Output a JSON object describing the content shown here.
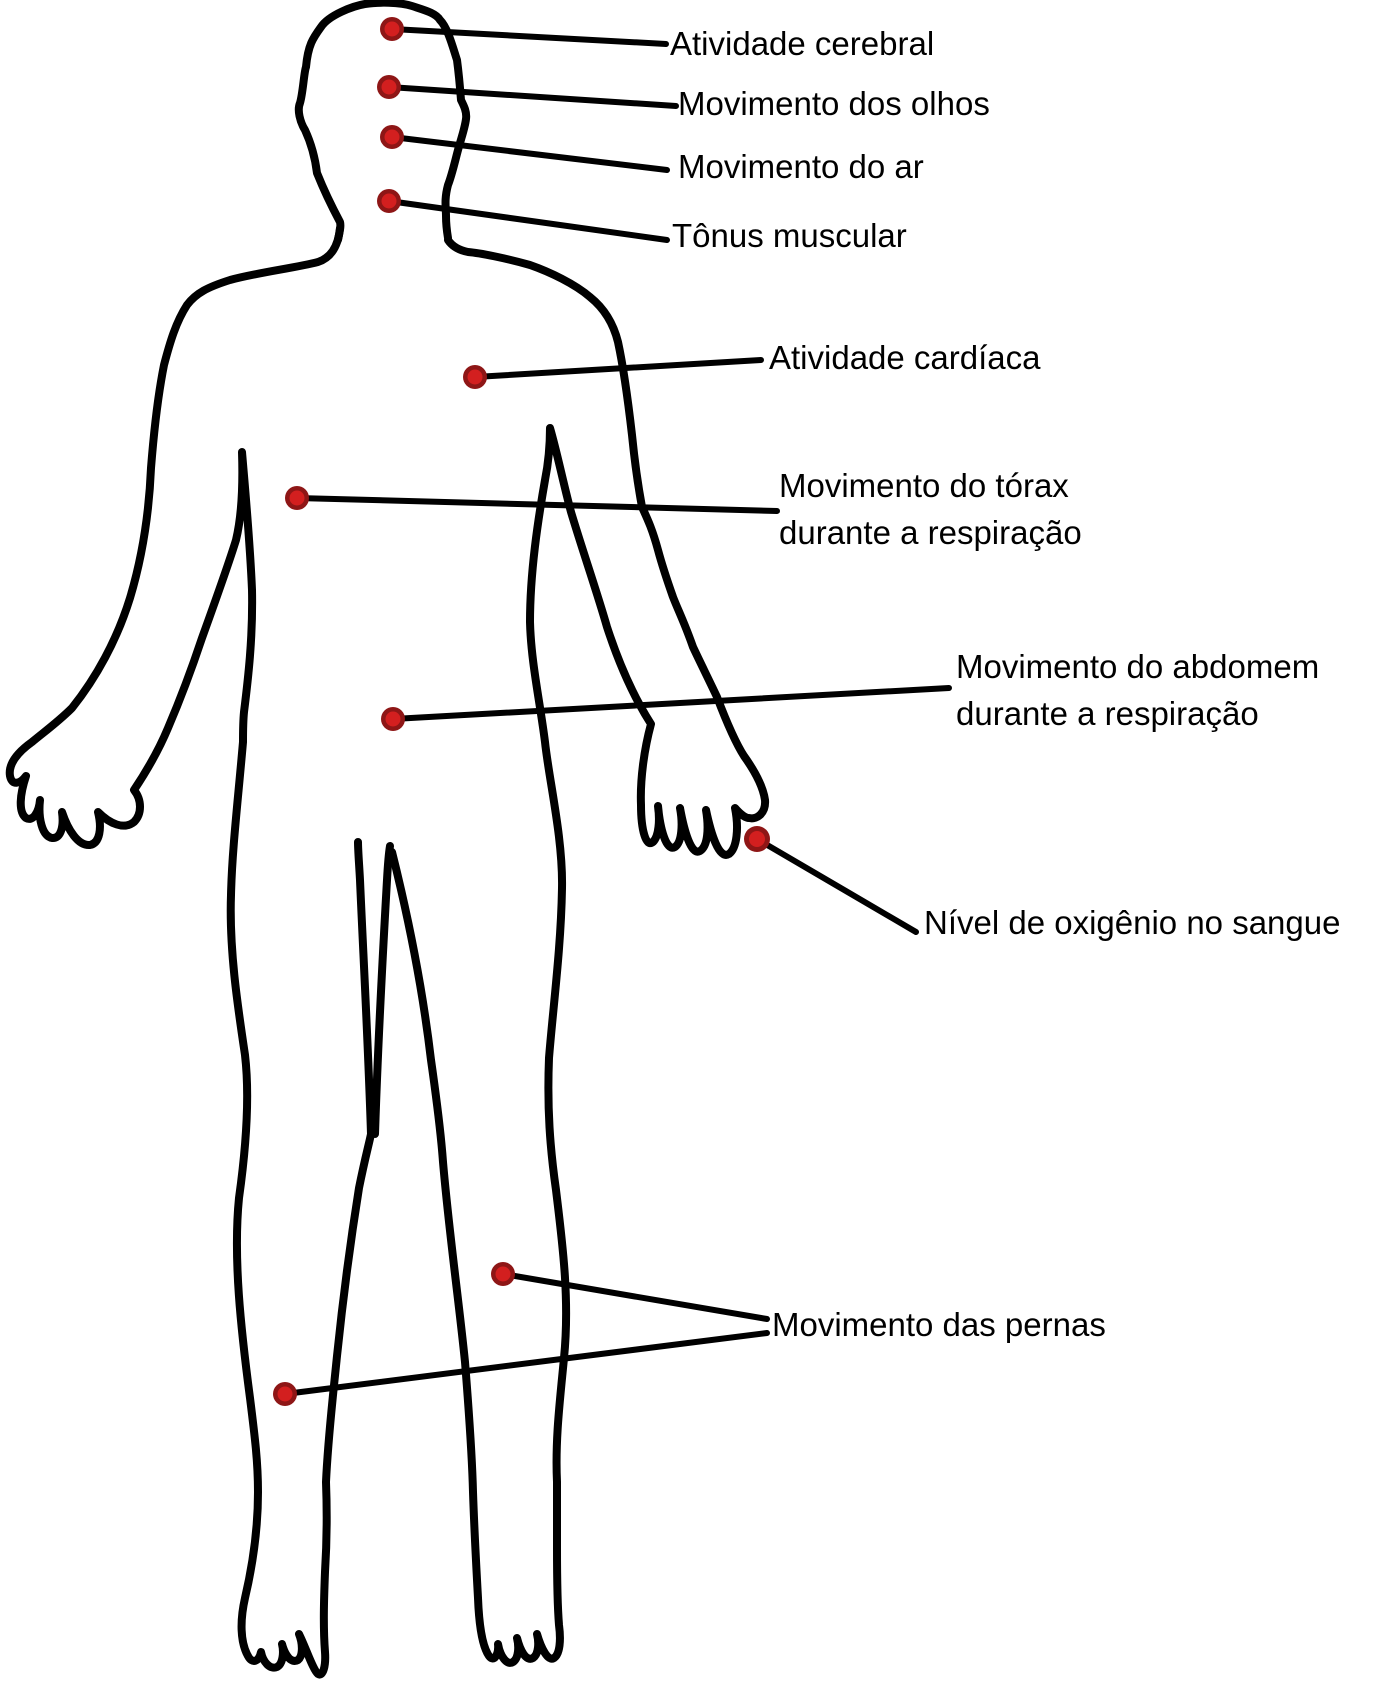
{
  "colors": {
    "outline": "#000000",
    "leader-line": "#000000",
    "dot-ring": "#8e1616",
    "dot-core": "#d31f1f",
    "label-text": "#000000",
    "background": "#ffffff"
  },
  "sensors": {
    "brain": {
      "label": "Atividade cerebral"
    },
    "eyes": {
      "label": "Movimento dos olhos"
    },
    "air": {
      "label": "Movimento do ar"
    },
    "muscle_tone": {
      "label": "Tônus muscular"
    },
    "heart": {
      "label": "Atividade cardíaca"
    },
    "thorax": {
      "line1": "Movimento do tórax",
      "line2": "durante a respiração"
    },
    "abdomen": {
      "line1": "Movimento do abdomem",
      "line2": "durante a respiração"
    },
    "oxygen": {
      "label": "Nível de oxigênio no sangue"
    },
    "legs": {
      "label": "Movimento das pernas"
    }
  }
}
